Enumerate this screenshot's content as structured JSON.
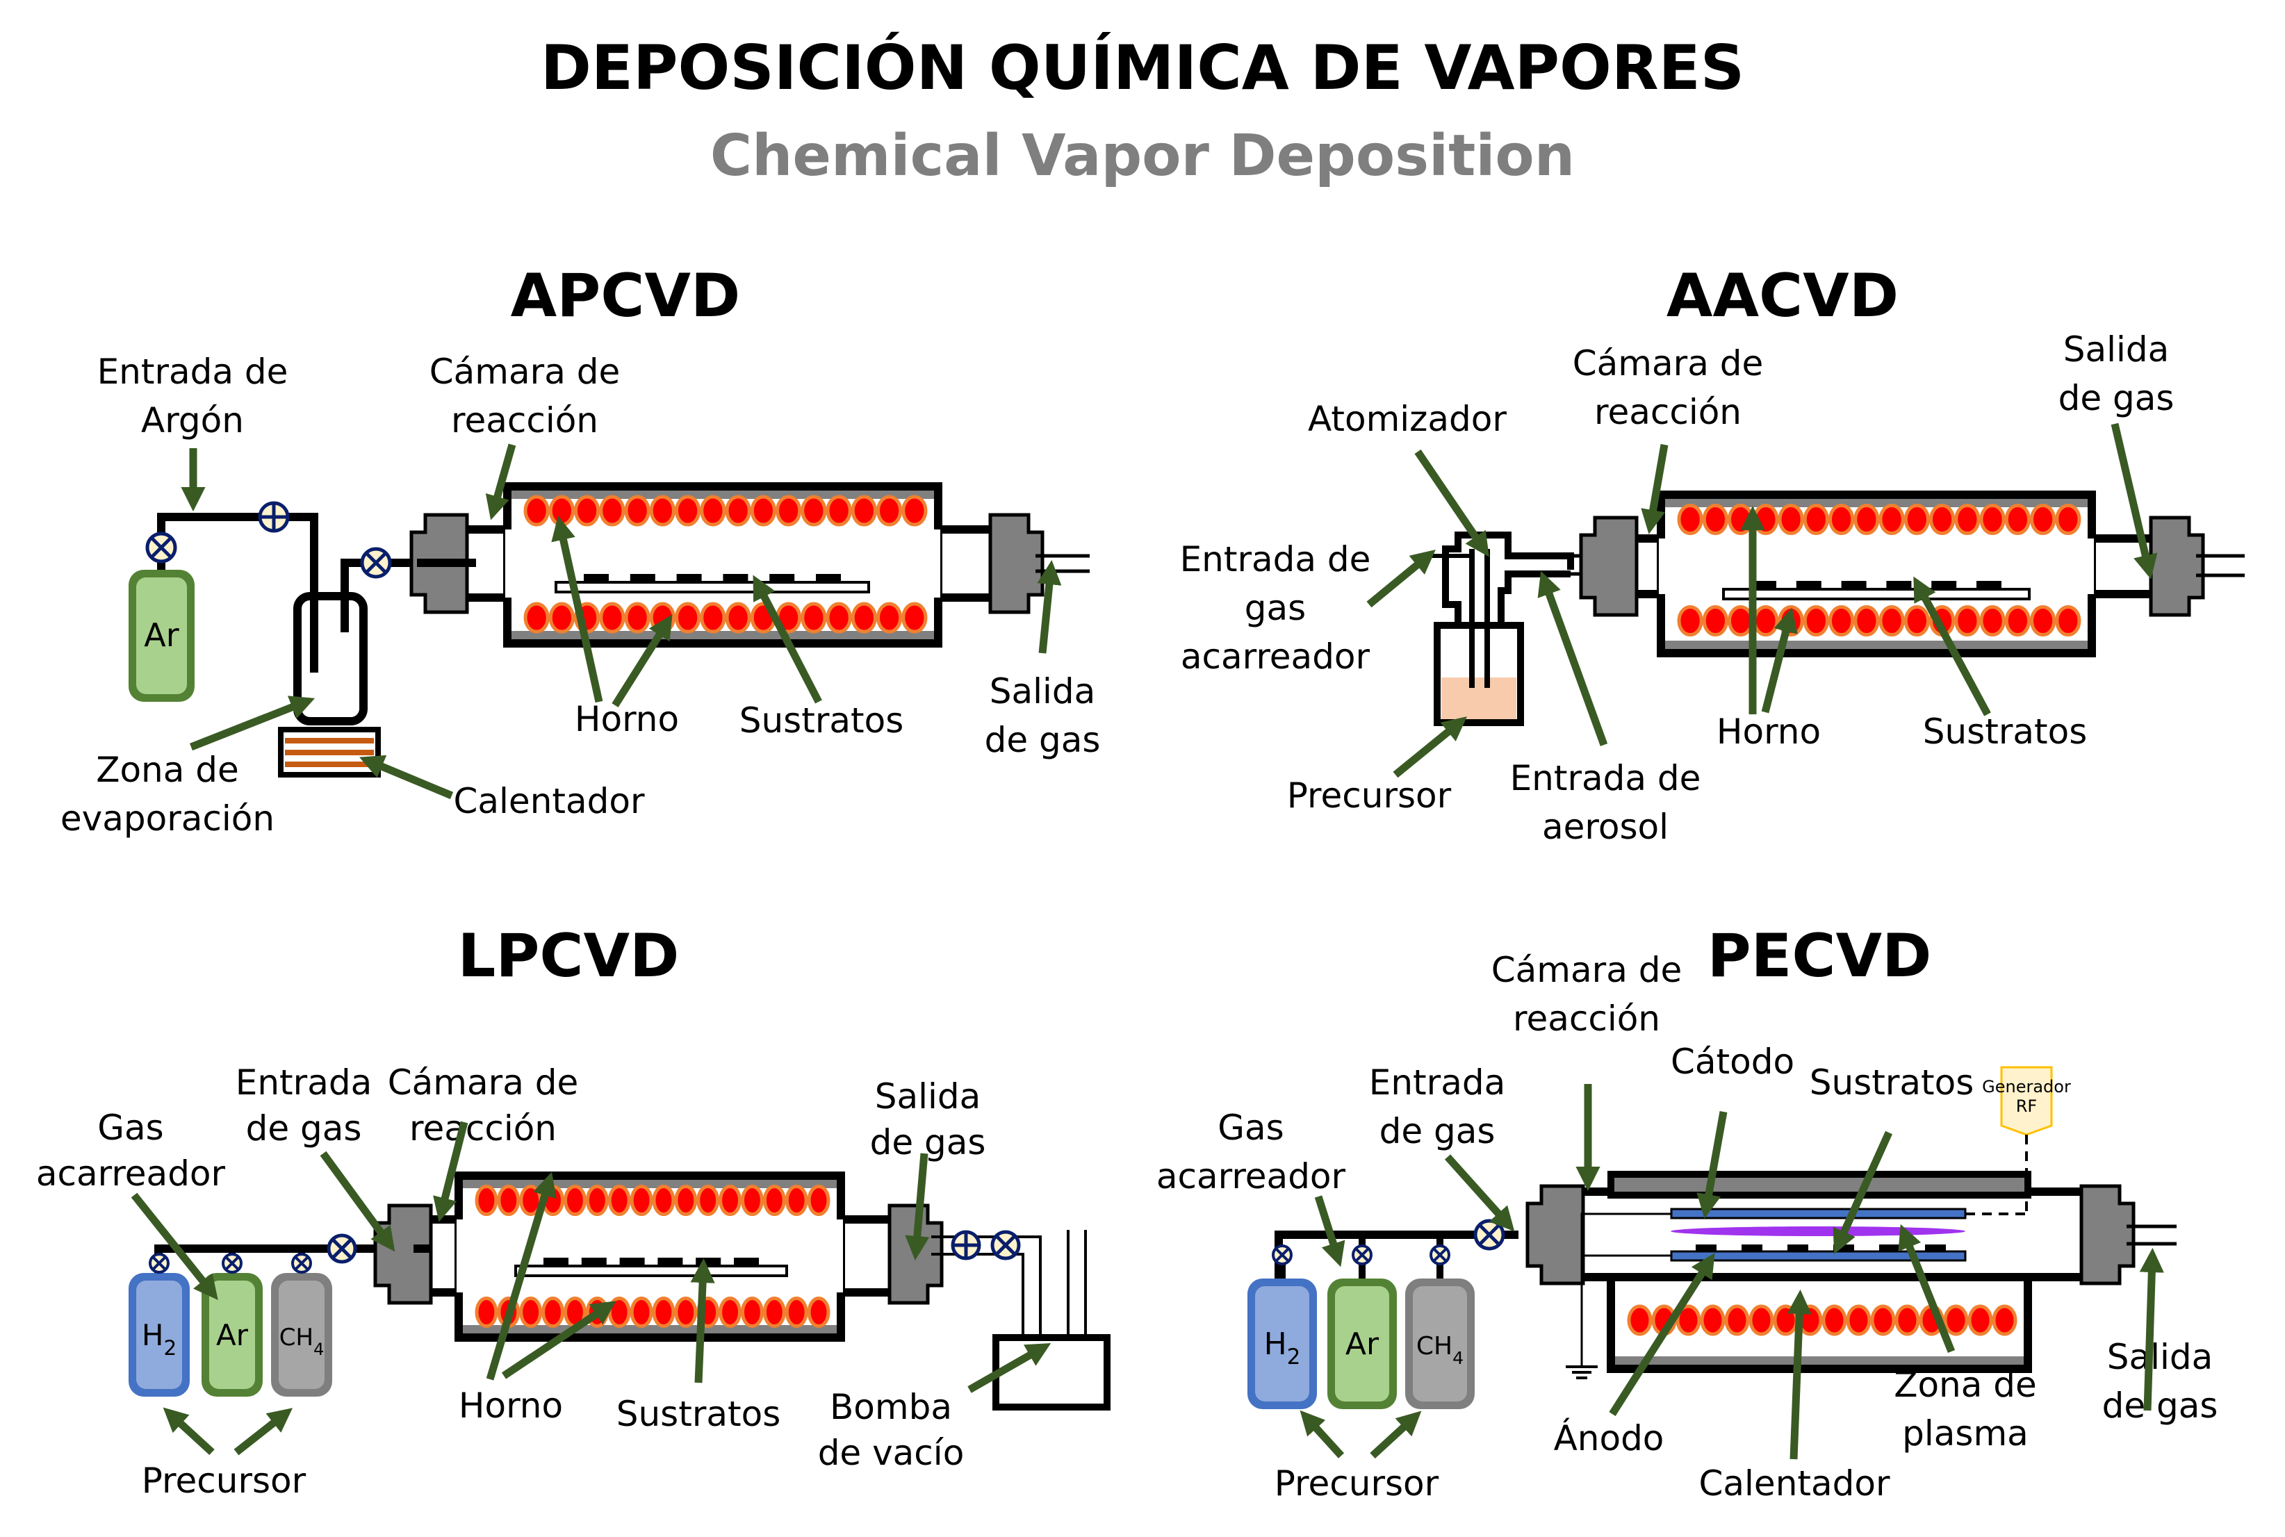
{
  "title": "DEPOSICIÓN QUÍMICA DE VAPORES",
  "subtitle": "Chemical Vapor Deposition",
  "colors": {
    "arrow": "#3a5a24",
    "heater_dot": "#ff0000",
    "heater_dot_ring": "#f08030",
    "flange": "#808080",
    "valve_fill": "#fff2cc",
    "valve_stroke": "#0a1f6b",
    "tank_ar_fill": "#a9d18e",
    "tank_ar_stroke": "#548235",
    "tank_h2_fill": "#8faadc",
    "tank_h2_stroke": "#4472c4",
    "tank_ch4_fill": "#a6a6a6",
    "tank_ch4_stroke": "#7f7f7f",
    "precursor_liquid": "#f8cbad",
    "heater_stripe": "#c55a11",
    "electrode": "#4472c4",
    "plasma": "#a033ee",
    "rf_fill": "#fff2cc",
    "rf_stroke": "#ffc000"
  },
  "panels": {
    "apcvd": {
      "title": "APCVD",
      "labels": {
        "argon_inlet": [
          "Entrada de",
          "Argón"
        ],
        "reaction_chamber": [
          "Cámara de",
          "reacción"
        ],
        "furnace": "Horno",
        "substrates": "Sustratos",
        "gas_outlet": [
          "Salida",
          "de gas"
        ],
        "evaporation_zone": [
          "Zona de",
          "evaporación"
        ],
        "heater": "Calentador"
      },
      "tanks": [
        {
          "label": "Ar",
          "sub": ""
        }
      ]
    },
    "aacvd": {
      "title": "AACVD",
      "labels": {
        "atomizer": "Atomizador",
        "reaction_chamber": [
          "Cámara de",
          "reacción"
        ],
        "gas_outlet": [
          "Salida",
          "de gas"
        ],
        "carrier_gas_inlet": [
          "Entrada de",
          "gas",
          "acarreador"
        ],
        "precursor": "Precursor",
        "aerosol_inlet": [
          "Entrada de",
          "aerosol"
        ],
        "furnace": "Horno",
        "substrates": "Sustratos"
      }
    },
    "lpcvd": {
      "title": "LPCVD",
      "labels": {
        "carrier_gas": [
          "Gas",
          "acarreador"
        ],
        "gas_inlet": [
          "Entrada",
          "de gas"
        ],
        "reaction_chamber": [
          "Cámara de",
          "reacción"
        ],
        "gas_outlet": [
          "Salida",
          "de gas"
        ],
        "furnace": "Horno",
        "substrates": "Sustratos",
        "vacuum_pump": [
          "Bomba",
          "de vacío"
        ],
        "precursor": "Precursor"
      },
      "tanks": [
        {
          "label": "H",
          "sub": "2"
        },
        {
          "label": "Ar",
          "sub": ""
        },
        {
          "label": "CH",
          "sub": "4"
        }
      ]
    },
    "pecvd": {
      "title": "PECVD",
      "labels": {
        "carrier_gas": [
          "Gas",
          "acarreador"
        ],
        "gas_inlet": [
          "Entrada",
          "de gas"
        ],
        "reaction_chamber": [
          "Cámara de",
          "reacción"
        ],
        "cathode": "Cátodo",
        "substrates": "Sustratos",
        "rf_generator": [
          "Generador",
          "RF"
        ],
        "gas_outlet": [
          "Salida",
          "de gas"
        ],
        "anode": "Ánodo",
        "heater": "Calentador",
        "plasma_zone": [
          "Zona de",
          "plasma"
        ],
        "precursor": "Precursor"
      },
      "tanks": [
        {
          "label": "H",
          "sub": "2"
        },
        {
          "label": "Ar",
          "sub": ""
        },
        {
          "label": "CH",
          "sub": "4"
        }
      ]
    }
  }
}
